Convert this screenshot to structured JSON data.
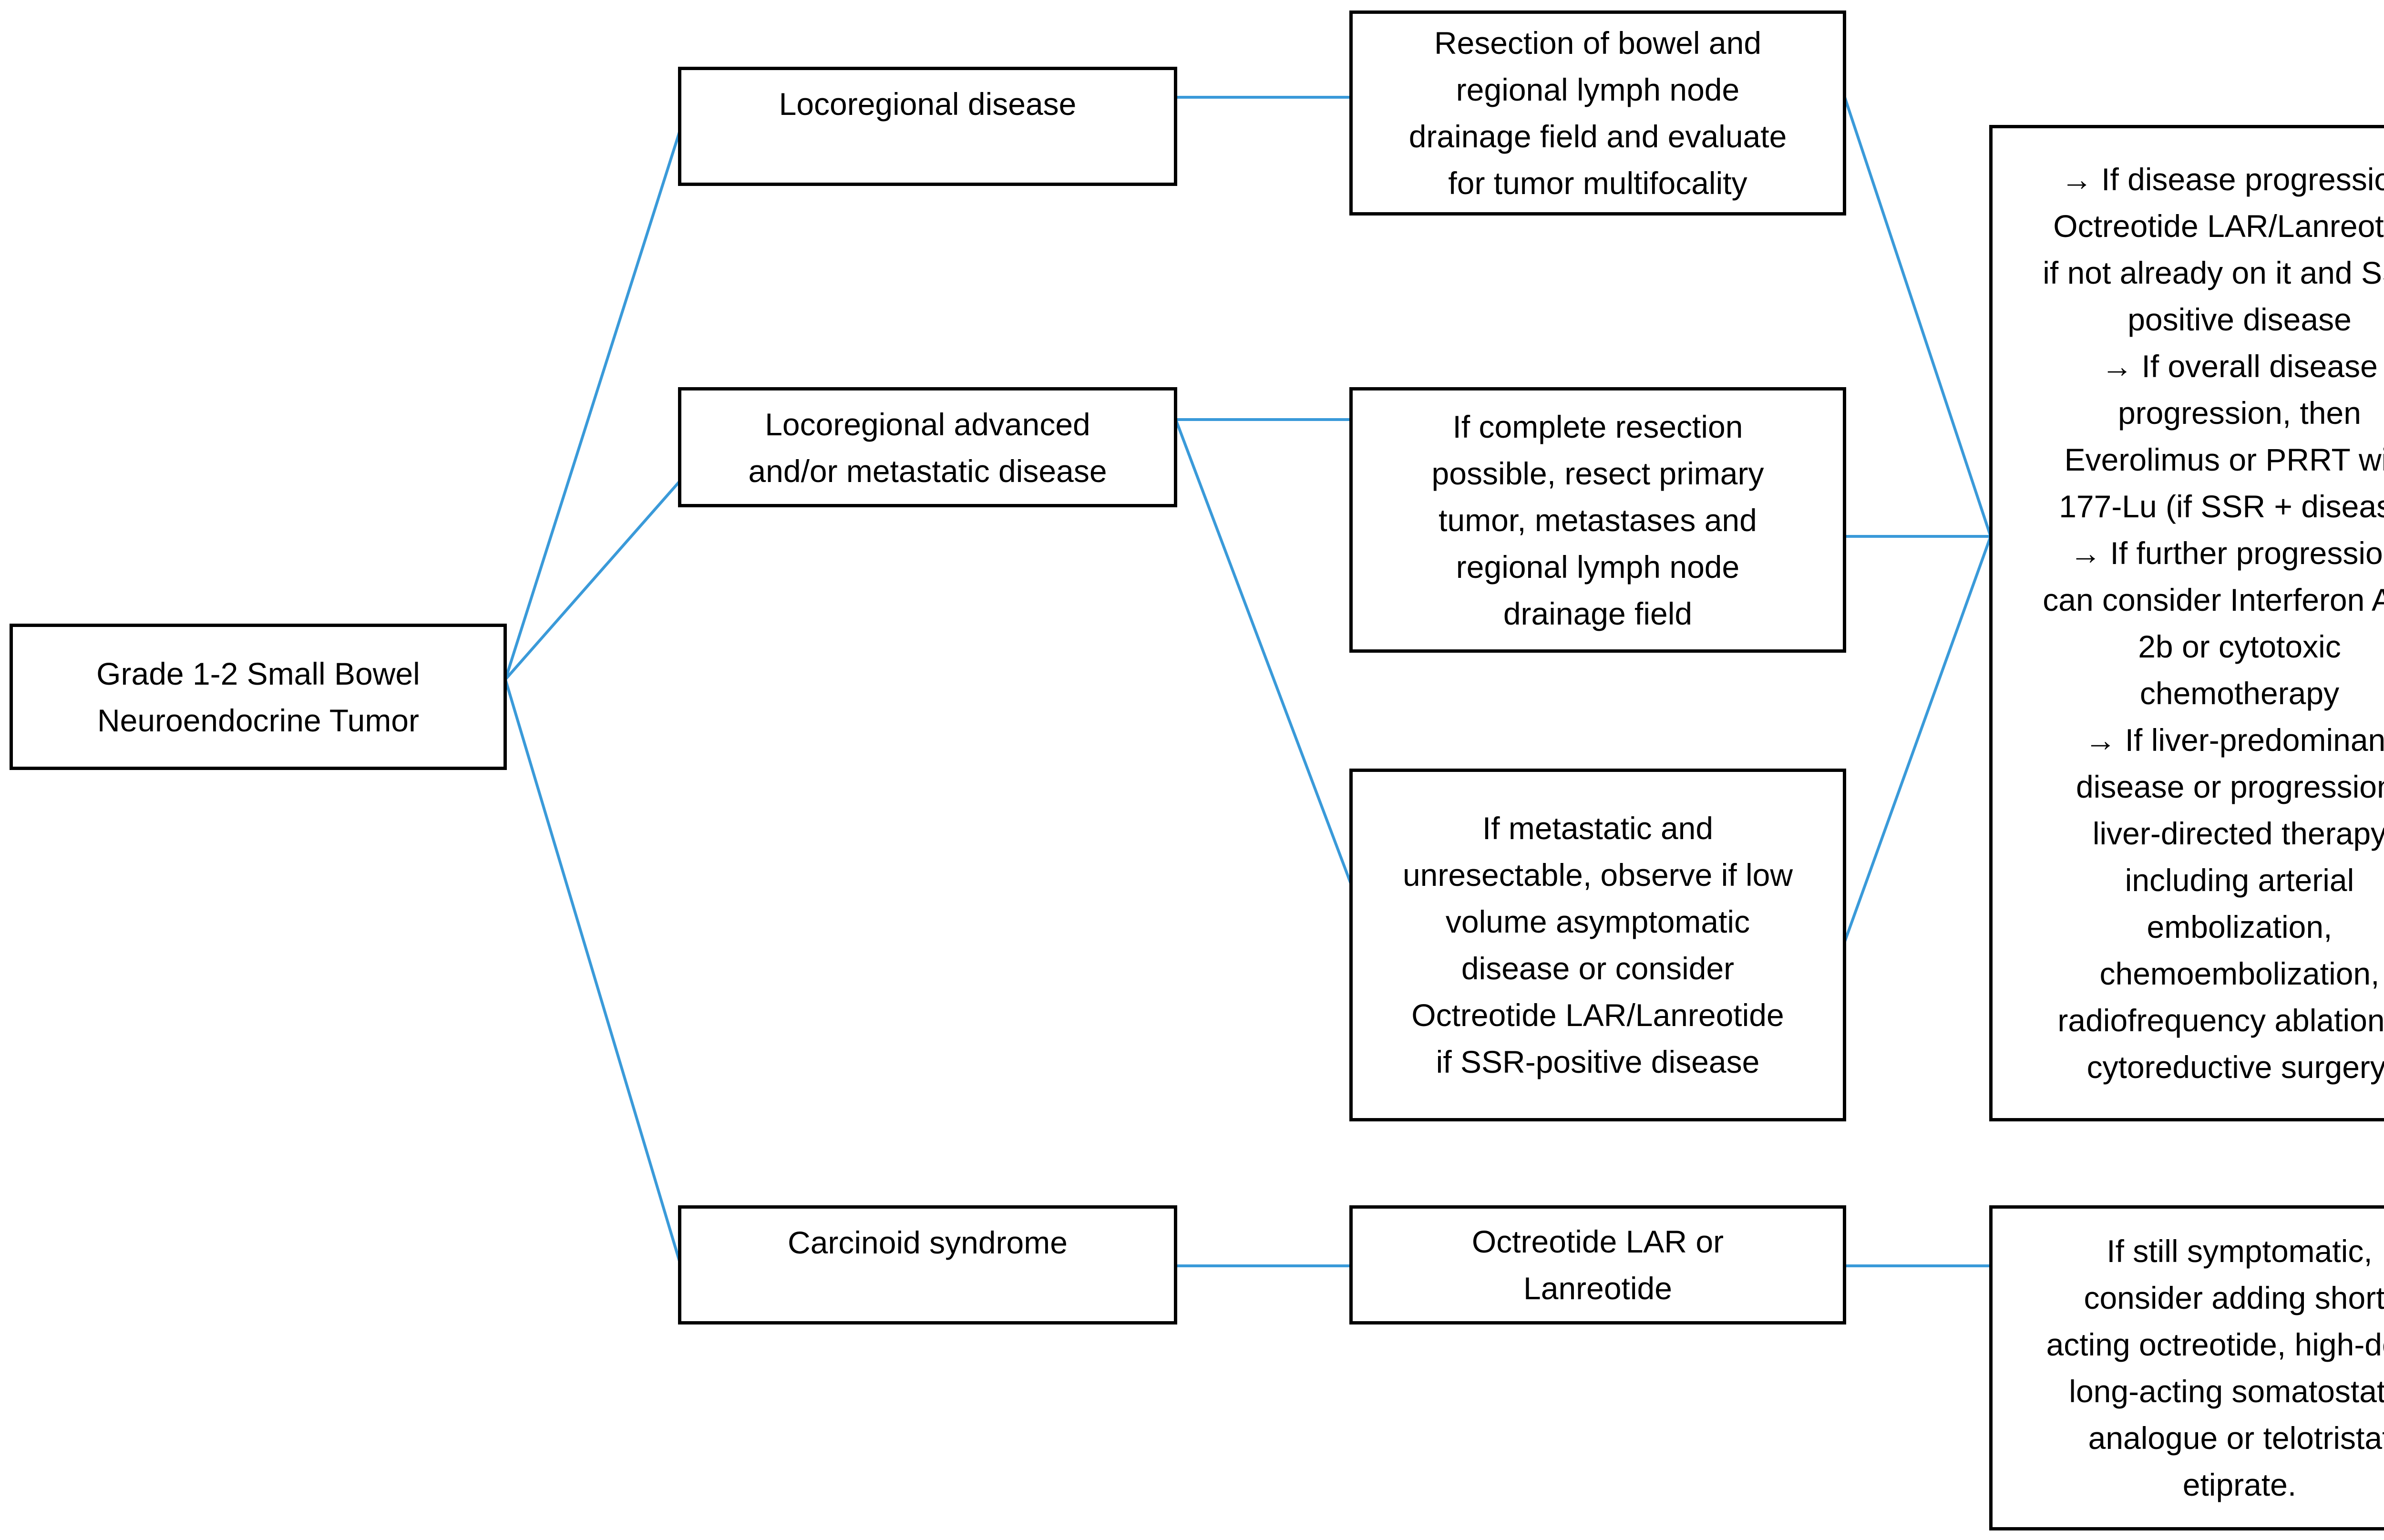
{
  "colors": {
    "connector": "#3a9ad9",
    "border": "#000000",
    "background": "#ffffff"
  },
  "nodes": {
    "root": "Grade 1-2 Small Bowel\nNeuroendocrine Tumor",
    "locoregional": "Locoregional disease",
    "advanced": "Locoregional advanced\nand/or metastatic disease",
    "carcinoid": "Carcinoid syndrome",
    "resection_bowel": "Resection of bowel and\nregional lymph node\ndrainage field and evaluate\nfor tumor multifocality",
    "complete_resection": "If complete resection\npossible, resect primary\ntumor, metastases and\nregional lymph node\ndrainage field",
    "unresectable": "If metastatic and\nunresectable, observe if low\nvolume asymptomatic\ndisease or consider\nOctreotide LAR/Lanreotide\nif SSR-positive disease",
    "octreotide": "Octreotide LAR or\nLanreotide",
    "progression": "→ If disease progression,\nOctreotide LAR/Lanreotide\nif not already on it and SSR-\npositive disease\n→ If overall disease\nprogression, then\nEverolimus or PRRT with\n177-Lu (if SSR + disease)\n→ If further progression,\ncan consider Interferon Alfa-\n2b or cytotoxic\nchemotherapy\n→ If liver-predominant\ndisease or progression,\nliver-directed therapy\nincluding arterial\nembolization,\nchemoembolization,\nradiofrequency ablation or\ncytoreductive surgery.",
    "still_symptomatic": "If still symptomatic,\nconsider adding short-\nacting octreotide, high-dose\nlong-acting somatostatin\nanalogue or telotristat\netiprate."
  }
}
